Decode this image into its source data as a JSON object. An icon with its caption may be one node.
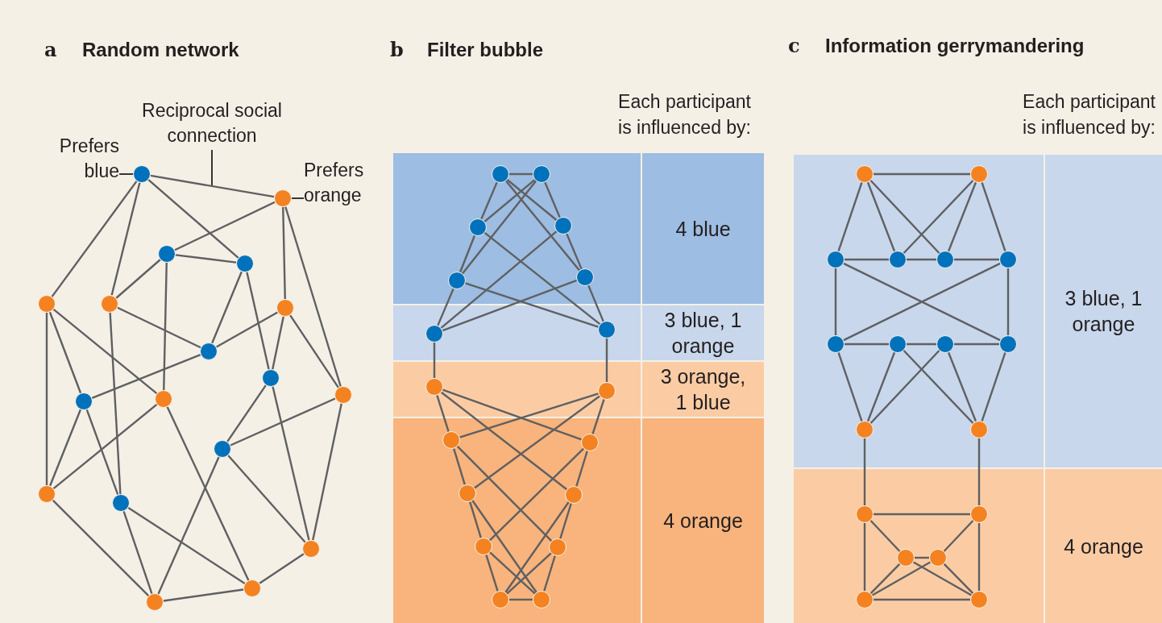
{
  "diagram": {
    "nodes": [
      {
        "text": [
          "Prefers blue"
        ]
      },
      {
        "text": [
          "Reciprocal social connection"
        ]
      },
      {
        "text": [
          "Prefers orange"
        ]
      },
      {
        "text": [],
        "shape": "circle"
      },
      {
        "text": [],
        "shape": "circle"
      },
      {
        "text": [],
        "shape": "circle"
      },
      {
        "text": [],
        "shape": "circle"
      },
      {
        "text": [],
        "shape": "circle"
      },
      {
        "text": [],
        "shape": "circle"
      },
      {
        "text": [],
        "shape": "circle"
      },
      {
        "text": [],
        "shape": "circle"
      },
      {
        "text": [],
        "shape": "circle"
      },
      {
        "text": [],
        "shape": "circle"
      },
      {
        "text": [],
        "shape": "circle"
      },
      {
        "text": [],
        "shape": "circle"
      },
      {
        "text": [],
        "shape": "circle"
      },
      {
        "text": [],
        "shape": "circle"
      },
      {
        "text": [],
        "shape": "circle"
      },
      {
        "text": [],
        "shape": "circle"
      },
      {
        "text": [],
        "shape": "circle"
      },
      {
        "text": [],
        "shape": "circle"
      },
      {
        "text": [
          "4 blue"
        ]
      },
      {
        "text": [],
        "shape": "circle",
        "in": 21
      },
      {
        "text": [],
        "shape": "circle",
        "in": 21
      },
      {
        "text": [],
        "shape": "circle",
        "in": 21
      },
      {
        "text": [],
        "shape": "circle",
        "in": 21
      },
      {
        "text": [],
        "shape": "circle",
        "in": 21
      },
      {
        "text": [],
        "shape": "circle",
        "in": 21
      },
      {
        "text": [
          "3 blue, 1 orange"
        ]
      },
      {
        "text": [],
        "shape": "circle",
        "in": 28
      },
      {
        "text": [],
        "shape": "circle",
        "in": 28
      },
      {
        "text": [
          "3 orange, 1 blue"
        ]
      },
      {
        "text": [],
        "shape": "circle",
        "in": 31
      },
      {
        "text": [],
        "shape": "circle",
        "in": 31
      },
      {
        "text": [
          "4 orange"
        ]
      },
      {
        "text": [],
        "shape": "circle",
        "in": 34
      },
      {
        "text": [],
        "shape": "circle",
        "in": 34
      },
      {
        "text": [],
        "shape": "circle",
        "in": 34
      },
      {
        "text": [],
        "shape": "circle",
        "in": 34
      },
      {
        "text": [],
        "shape": "circle",
        "in": 34
      },
      {
        "text": [],
        "shape": "circle",
        "in": 34
      },
      {
        "text": [],
        "shape": "circle",
        "in": 34
      },
      {
        "text": [],
        "shape": "circle",
        "in": 34
      },
      {
        "text": [
          "3 blue, 1 orange"
        ]
      },
      {
        "text": [],
        "shape": "circle",
        "in": 43
      },
      {
        "text": [],
        "shape": "circle",
        "in": 43
      },
      {
        "text": [],
        "shape": "circle",
        "in": 43
      },
      {
        "text": [],
        "shape": "circle",
        "in": 43
      },
      {
        "text": [],
        "shape": "circle",
        "in": 43
      },
      {
        "text": [],
        "shape": "circle",
        "in": 43
      },
      {
        "text": [],
        "shape": "circle",
        "in": 43
      },
      {
        "text": [],
        "shape": "circle",
        "in": 43
      },
      {
        "text": [],
        "shape": "circle",
        "in": 43
      },
      {
        "text": [],
        "shape": "circle",
        "in": 43
      },
      {
        "text": [],
        "shape": "circle",
        "in": 43
      },
      {
        "text": [],
        "shape": "circle",
        "in": 43
      },
      {
        "text": [
          "4 orange"
        ]
      },
      {
        "text": [],
        "shape": "circle",
        "in": 56
      },
      {
        "text": [],
        "shape": "circle",
        "in": 56
      },
      {
        "text": [],
        "shape": "circle",
        "in": 56
      },
      {
        "text": [],
        "shape": "circle",
        "in": 56
      },
      {
        "text": [],
        "shape": "circle",
        "in": 56
      },
      {
        "text": [],
        "shape": "circle",
        "in": 56
      }
    ],
    "edges": [
      {
        "from": 0,
        "to": 3,
        "arrow": "none"
      },
      {
        "from": 1,
        "to": null,
        "arrow": "none"
      },
      {
        "from": 2,
        "to": 4,
        "arrow": "none"
      },
      {
        "from": 3,
        "to": 7,
        "arrow": "none"
      },
      {
        "from": 3,
        "to": 8,
        "arrow": "none"
      },
      {
        "from": 3,
        "to": 6,
        "arrow": "none"
      },
      {
        "from": 3,
        "to": 4,
        "arrow": "none"
      },
      {
        "from": 4,
        "to": 5,
        "arrow": "none"
      },
      {
        "from": 4,
        "to": 9,
        "arrow": "none"
      },
      {
        "from": 4,
        "to": 12,
        "arrow": "none"
      },
      {
        "from": 5,
        "to": 6,
        "arrow": "none"
      },
      {
        "from": 5,
        "to": 8,
        "arrow": "none"
      },
      {
        "from": 5,
        "to": 14,
        "arrow": "none"
      },
      {
        "from": 6,
        "to": 10,
        "arrow": "none"
      },
      {
        "from": 6,
        "to": 11,
        "arrow": "none"
      },
      {
        "from": 7,
        "to": 16,
        "arrow": "none"
      },
      {
        "from": 7,
        "to": 13,
        "arrow": "none"
      },
      {
        "from": 7,
        "to": 14,
        "arrow": "none"
      },
      {
        "from": 8,
        "to": 10,
        "arrow": "none"
      },
      {
        "from": 8,
        "to": 17,
        "arrow": "none"
      },
      {
        "from": 9,
        "to": 10,
        "arrow": "none"
      },
      {
        "from": 9,
        "to": 11,
        "arrow": "none"
      },
      {
        "from": 9,
        "to": 12,
        "arrow": "none"
      },
      {
        "from": 10,
        "to": 13,
        "arrow": "none"
      },
      {
        "from": 11,
        "to": 15,
        "arrow": "none"
      },
      {
        "from": 11,
        "to": 18,
        "arrow": "none"
      },
      {
        "from": 12,
        "to": 15,
        "arrow": "none"
      },
      {
        "from": 12,
        "to": 18,
        "arrow": "none"
      },
      {
        "from": 13,
        "to": 16,
        "arrow": "none"
      },
      {
        "from": 13,
        "to": 17,
        "arrow": "none"
      },
      {
        "from": 14,
        "to": 16,
        "arrow": "none"
      },
      {
        "from": 14,
        "to": 19,
        "arrow": "none"
      },
      {
        "from": 15,
        "to": 20,
        "arrow": "none"
      },
      {
        "from": 15,
        "to": 18,
        "arrow": "none"
      },
      {
        "from": 16,
        "to": 20,
        "arrow": "none"
      },
      {
        "from": 17,
        "to": 20,
        "arrow": "none"
      },
      {
        "from": 17,
        "to": 19,
        "arrow": "none"
      },
      {
        "from": 19,
        "to": 20,
        "arrow": "none"
      },
      {
        "from": 19,
        "to": 18,
        "arrow": "none"
      },
      {
        "from": 22,
        "to": 23,
        "arrow": "none"
      },
      {
        "from": 22,
        "to": 24,
        "arrow": "none"
      },
      {
        "from": 22,
        "to": 25,
        "arrow": "none"
      },
      {
        "from": 22,
        "to": 27,
        "arrow": "none"
      },
      {
        "from": 23,
        "to": 25,
        "arrow": "none"
      },
      {
        "from": 23,
        "to": 24,
        "arrow": "none"
      },
      {
        "from": 23,
        "to": 26,
        "arrow": "none"
      },
      {
        "from": 24,
        "to": 26,
        "arrow": "none"
      },
      {
        "from": 24,
        "to": 30,
        "arrow": "none"
      },
      {
        "from": 25,
        "to": 27,
        "arrow": "none"
      },
      {
        "from": 25,
        "to": 29,
        "arrow": "none"
      },
      {
        "from": 26,
        "to": 29,
        "arrow": "none"
      },
      {
        "from": 26,
        "to": 30,
        "arrow": "none"
      },
      {
        "from": 27,
        "to": 30,
        "arrow": "none"
      },
      {
        "from": 27,
        "to": 29,
        "arrow": "none"
      },
      {
        "from": 29,
        "to": 32,
        "arrow": "none"
      },
      {
        "from": 30,
        "to": 33,
        "arrow": "none"
      },
      {
        "from": 32,
        "to": 35,
        "arrow": "none"
      },
      {
        "from": 32,
        "to": 36,
        "arrow": "none"
      },
      {
        "from": 32,
        "to": 38,
        "arrow": "none"
      },
      {
        "from": 33,
        "to": 36,
        "arrow": "none"
      },
      {
        "from": 33,
        "to": 35,
        "arrow": "none"
      },
      {
        "from": 33,
        "to": 37,
        "arrow": "none"
      },
      {
        "from": 35,
        "to": 37,
        "arrow": "none"
      },
      {
        "from": 35,
        "to": 40,
        "arrow": "none"
      },
      {
        "from": 36,
        "to": 38,
        "arrow": "none"
      },
      {
        "from": 36,
        "to": 39,
        "arrow": "none"
      },
      {
        "from": 37,
        "to": 39,
        "arrow": "none"
      },
      {
        "from": 37,
        "to": 42,
        "arrow": "none"
      },
      {
        "from": 38,
        "to": 40,
        "arrow": "none"
      },
      {
        "from": 38,
        "to": 41,
        "arrow": "none"
      },
      {
        "from": 39,
        "to": 41,
        "arrow": "none"
      },
      {
        "from": 39,
        "to": 42,
        "arrow": "none"
      },
      {
        "from": 40,
        "to": 42,
        "arrow": "none"
      },
      {
        "from": 40,
        "to": 41,
        "arrow": "none"
      },
      {
        "from": 41,
        "to": 42,
        "arrow": "none"
      },
      {
        "from": 44,
        "to": 45,
        "arrow": "none"
      },
      {
        "from": 44,
        "to": 46,
        "arrow": "none"
      },
      {
        "from": 44,
        "to": 47,
        "arrow": "none"
      },
      {
        "from": 44,
        "to": 48,
        "arrow": "none"
      },
      {
        "from": 45,
        "to": 47,
        "arrow": "none"
      },
      {
        "from": 45,
        "to": 48,
        "arrow": "none"
      },
      {
        "from": 45,
        "to": 49,
        "arrow": "none"
      },
      {
        "from": 46,
        "to": 47,
        "arrow": "none"
      },
      {
        "from": 47,
        "to": 48,
        "arrow": "none"
      },
      {
        "from": 48,
        "to": 49,
        "arrow": "none"
      },
      {
        "from": 46,
        "to": 50,
        "arrow": "none"
      },
      {
        "from": 46,
        "to": 53,
        "arrow": "none"
      },
      {
        "from": 49,
        "to": 50,
        "arrow": "none"
      },
      {
        "from": 49,
        "to": 53,
        "arrow": "none"
      },
      {
        "from": 50,
        "to": 51,
        "arrow": "none"
      },
      {
        "from": 51,
        "to": 52,
        "arrow": "none"
      },
      {
        "from": 52,
        "to": 53,
        "arrow": "none"
      },
      {
        "from": 50,
        "to": 54,
        "arrow": "none"
      },
      {
        "from": 51,
        "to": 54,
        "arrow": "none"
      },
      {
        "from": 52,
        "to": 54,
        "arrow": "none"
      },
      {
        "from": 51,
        "to": 55,
        "arrow": "none"
      },
      {
        "from": 52,
        "to": 55,
        "arrow": "none"
      },
      {
        "from": 53,
        "to": 55,
        "arrow": "none"
      },
      {
        "from": 54,
        "to": 57,
        "arrow": "none"
      },
      {
        "from": 55,
        "to": 58,
        "arrow": "none"
      },
      {
        "from": 57,
        "to": 58,
        "arrow": "none"
      },
      {
        "from": 57,
        "to": 59,
        "arrow": "none"
      },
      {
        "from": 57,
        "to": 61,
        "arrow": "none"
      },
      {
        "from": 58,
        "to": 60,
        "arrow": "none"
      },
      {
        "from": 58,
        "to": 62,
        "arrow": "none"
      },
      {
        "from": 59,
        "to": 60,
        "arrow": "none"
      },
      {
        "from": 59,
        "to": 61,
        "arrow": "none"
      },
      {
        "from": 59,
        "to": 62,
        "arrow": "none"
      },
      {
        "from": 60,
        "to": 61,
        "arrow": "none"
      },
      {
        "from": 60,
        "to": 62,
        "arrow": "none"
      },
      {
        "from": 61,
        "to": 62,
        "arrow": "none"
      }
    ],
    "labels": [
      "a",
      "Random network",
      "b",
      "Filter bubble",
      "c",
      "Information gerrymandering",
      "Each participant is influenced by:",
      "Each participant is influenced by:"
    ]
  }
}
